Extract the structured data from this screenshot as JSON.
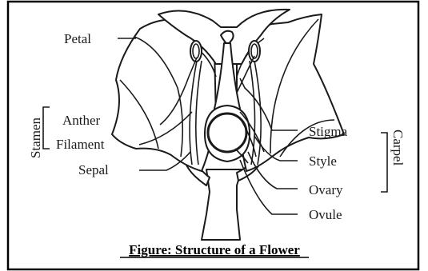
{
  "labels": {
    "petal": "Petal",
    "anther": "Anther",
    "filament": "Filament",
    "sepal": "Sepal",
    "stigma": "Stigma",
    "style": "Style",
    "ovary": "Ovary",
    "ovule": "Ovule"
  },
  "groups": {
    "stamen": "Stamen",
    "carpel": "Carpel"
  },
  "caption": "Figure: Structure of a Flower"
}
